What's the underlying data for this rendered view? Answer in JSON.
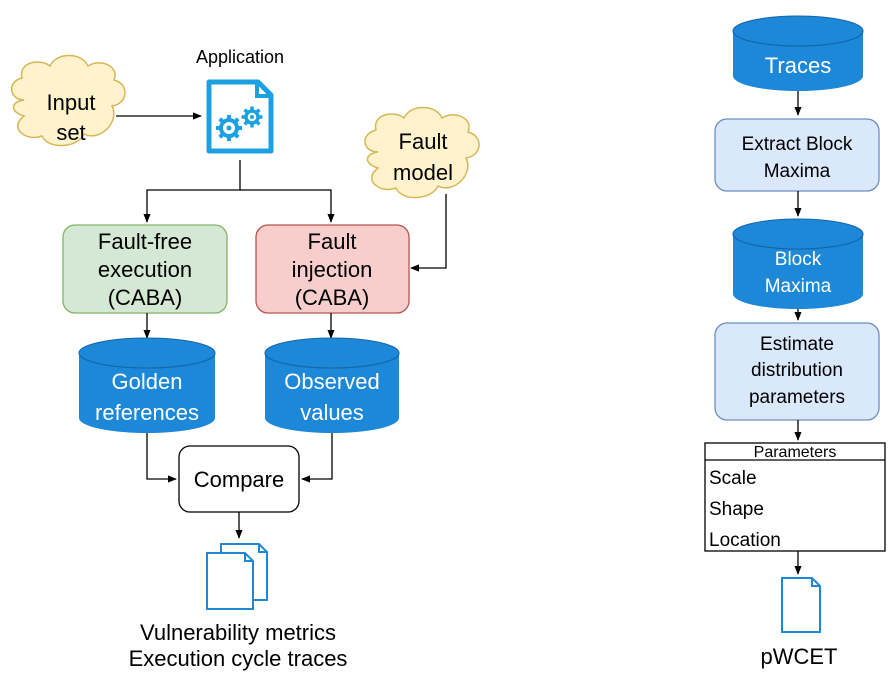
{
  "left_flow": {
    "application_label": "Application",
    "input_set": [
      "Input",
      "set"
    ],
    "fault_model": [
      "Fault",
      "model"
    ],
    "fault_free": [
      "Fault-free",
      "execution",
      "(CABA)"
    ],
    "fault_injection": [
      "Fault",
      "injection",
      "(CABA)"
    ],
    "golden_references": [
      "Golden",
      "references"
    ],
    "observed_values": [
      "Observed",
      "values"
    ],
    "compare": "Compare",
    "outputs": [
      "Vulnerability metrics",
      "Execution cycle traces"
    ]
  },
  "right_flow": {
    "traces": "Traces",
    "extract": [
      "Extract Block",
      "Maxima"
    ],
    "block_maxima": [
      "Block",
      "Maxima"
    ],
    "estimate": [
      "Estimate",
      "distribution",
      "parameters"
    ],
    "parameters_header": "Parameters",
    "parameters": [
      "Scale",
      "Shape",
      "Location"
    ],
    "pwcet": "pWCET"
  },
  "colors": {
    "cylinder_blue": "#1E88D8",
    "cylinder_blue_dark": "#1978BE",
    "cloud_fill": "#FFF2CC",
    "cloud_stroke": "#D6B656",
    "green_fill": "#D5E8D4",
    "green_stroke": "#82B366",
    "red_fill": "#F8CECC",
    "red_stroke": "#B85450",
    "light_blue_fill": "#DAE8FC",
    "light_blue_stroke": "#6C8EBF",
    "icon_blue": "#1BA1E2"
  },
  "icons": {
    "application": "application-gears-icon",
    "outputs": "documents-icon",
    "pwcet": "document-icon"
  }
}
